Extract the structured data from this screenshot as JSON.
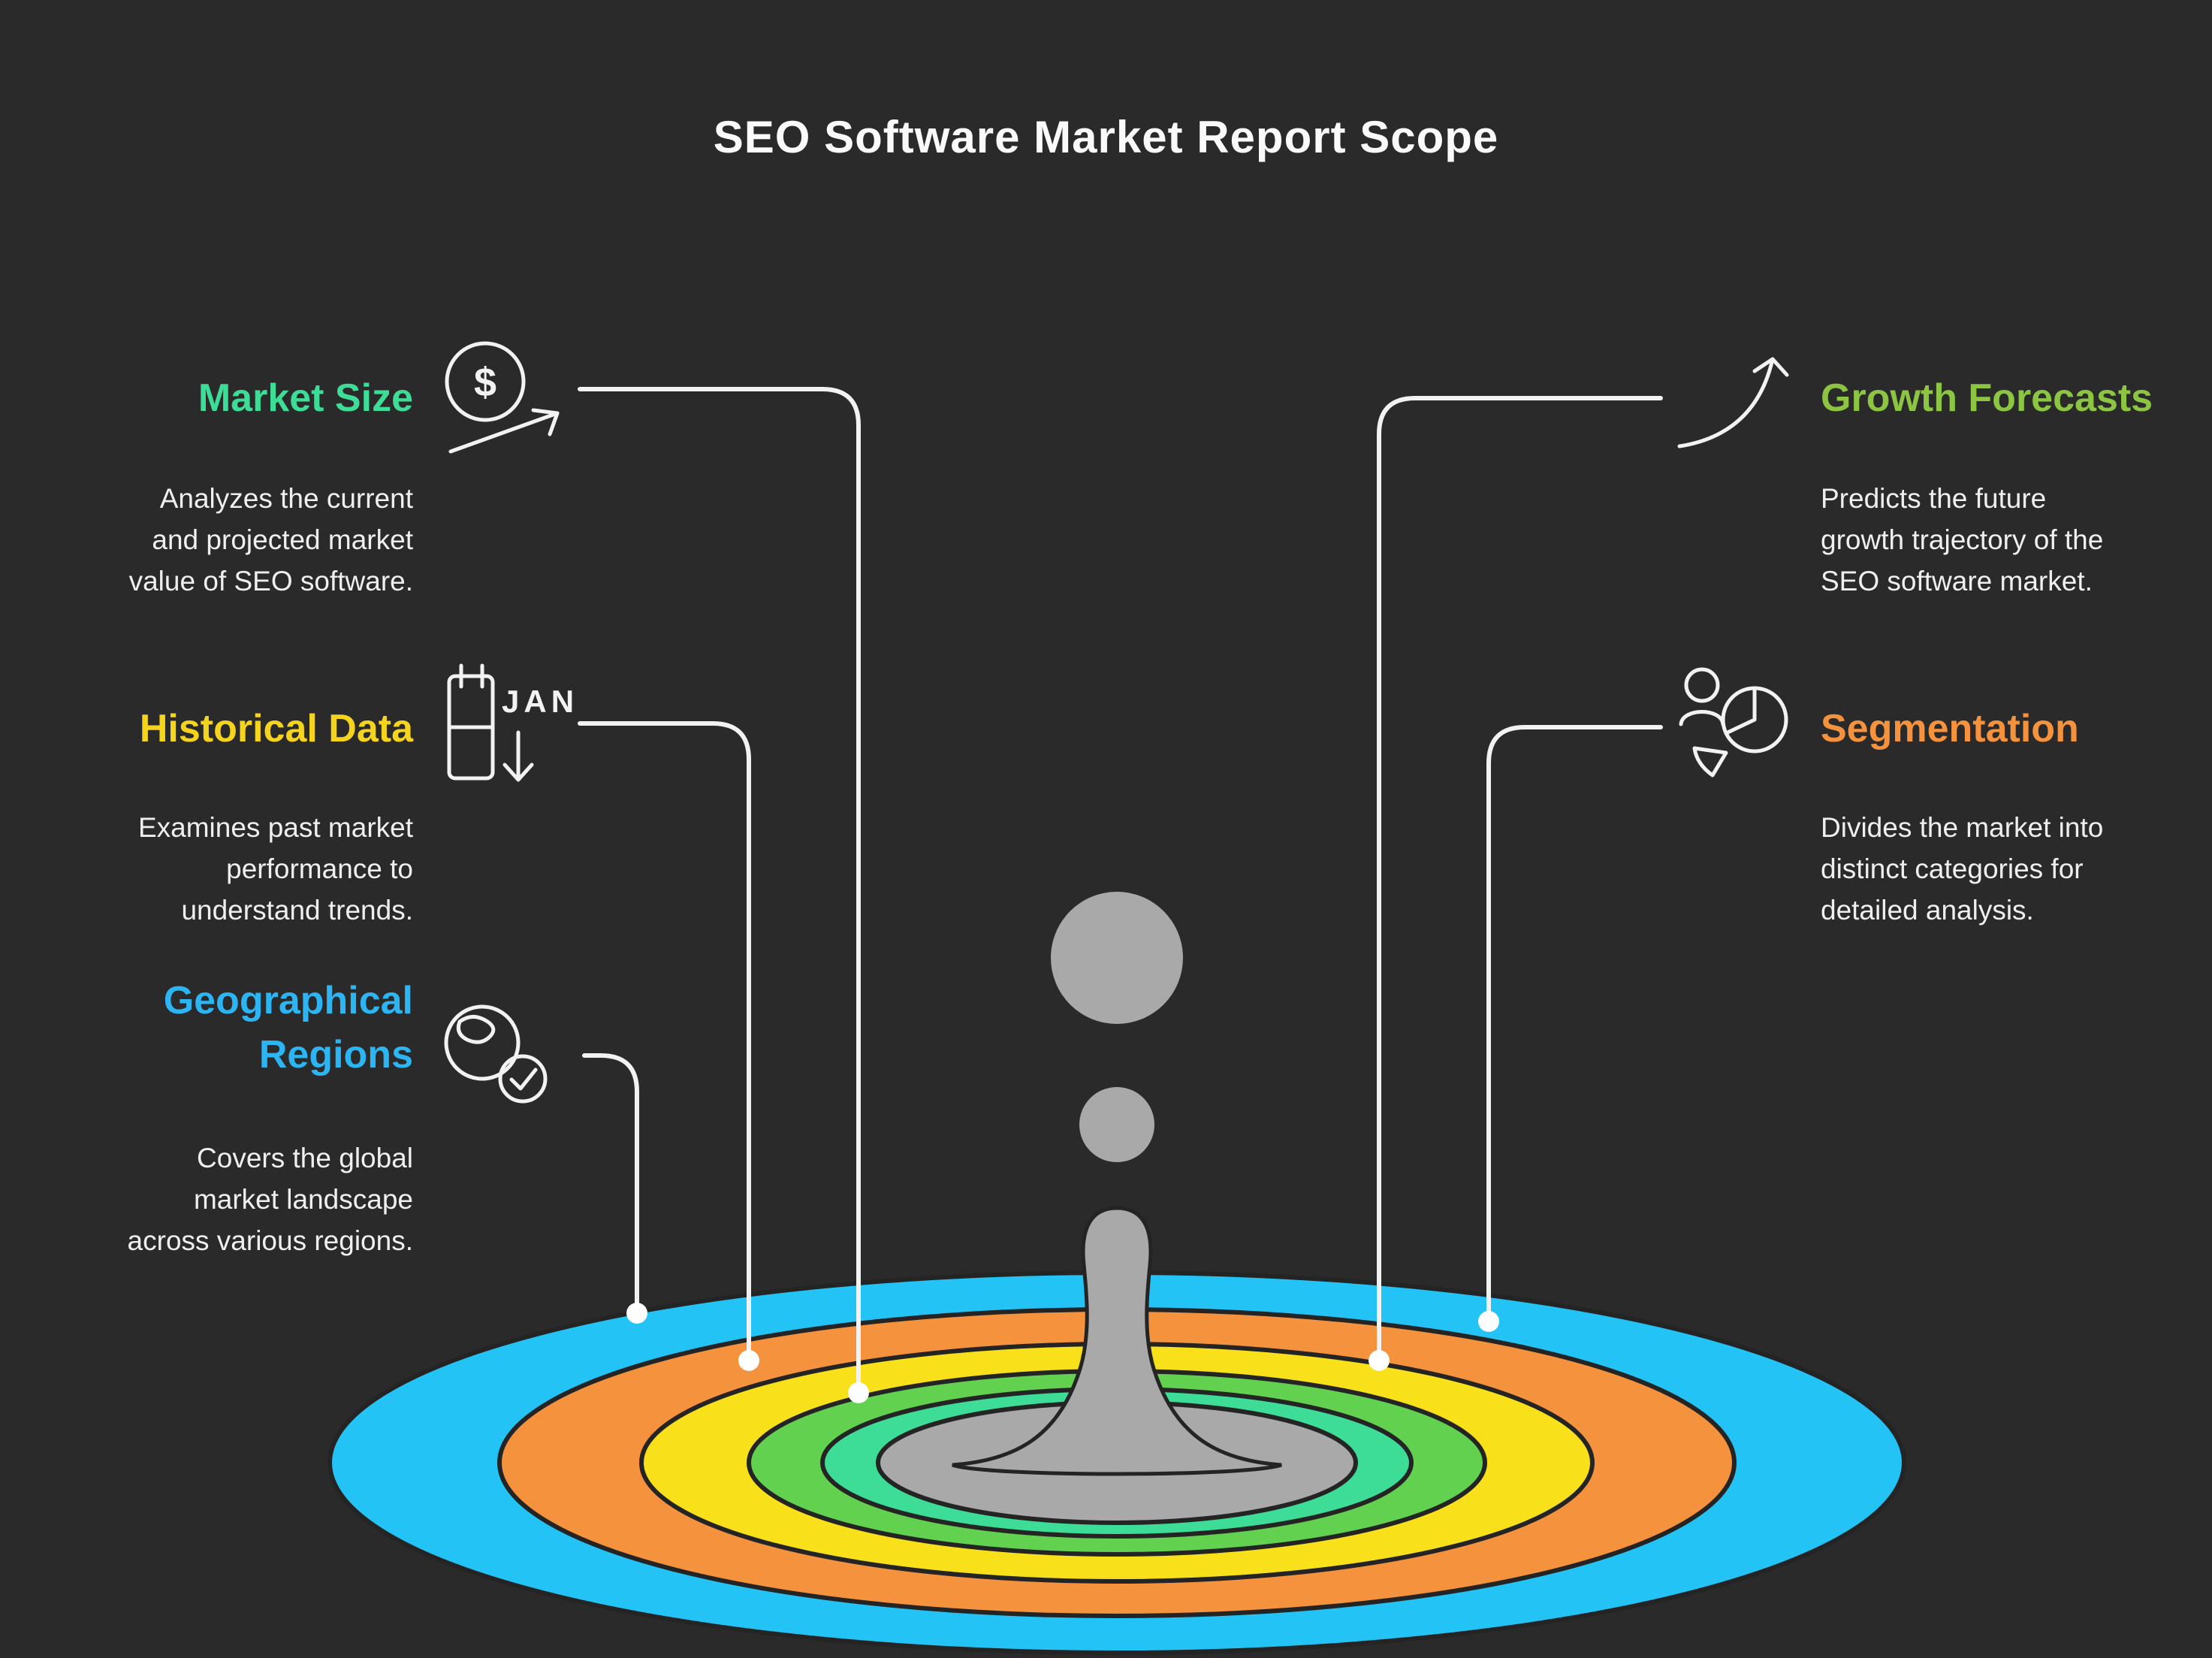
{
  "title": "SEO Software Market Report Scope",
  "sections": {
    "market_size": {
      "heading": "Market Size",
      "accent_color": "#3ddc97",
      "description": "Analyzes the current\nand projected market\nvalue of SEO software.",
      "icon": "dollar-trend-icon",
      "icon_symbol": "$"
    },
    "historical_data": {
      "heading": "Historical Data",
      "accent_color": "#f5d41d",
      "description": "Examines past market\nperformance to\nunderstand trends.",
      "icon": "calendar-icon",
      "month_label": "JAN"
    },
    "geographical_regions": {
      "heading": "Geographical\nRegions",
      "accent_color": "#2cb5f2",
      "description": "Covers the global\nmarket landscape\nacross various regions.",
      "icon": "globe-check-icon"
    },
    "growth_forecasts": {
      "heading": "Growth Forecasts",
      "accent_color": "#8bc541",
      "description": "Predicts the future\ngrowth trajectory of the\nSEO software market.",
      "icon": "growth-arrow-icon"
    },
    "segmentation": {
      "heading": "Segmentation",
      "accent_color": "#f5923e",
      "description": "Divides the market into\ndistinct categories for\ndetailed analysis.",
      "icon": "person-pie-icon"
    }
  },
  "ripple": {
    "ring_colors_outer_to_inner": [
      "#23c4f5",
      "#f5923e",
      "#f8e11a",
      "#62d14f",
      "#3ddc97",
      "#a9a9a9"
    ],
    "splash_color": "#a9a9a9",
    "outline_color": "#242424",
    "connector_color": "#f2f2f2",
    "background_color": "#2a2a2a"
  }
}
